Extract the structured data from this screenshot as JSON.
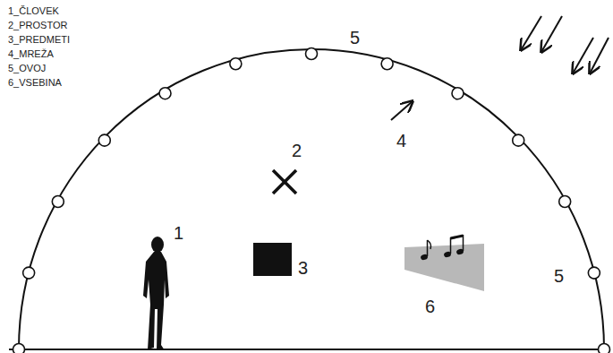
{
  "diagram": {
    "labels": [
      "1_ČLOVEK",
      "2_PROSTOR",
      "3_PREDMETI",
      "4_MREŽA",
      "5_OVOJ",
      "6_VSEBINA",
      "5",
      "2",
      "4",
      "1",
      "3",
      "5",
      "6"
    ]
  }
}
